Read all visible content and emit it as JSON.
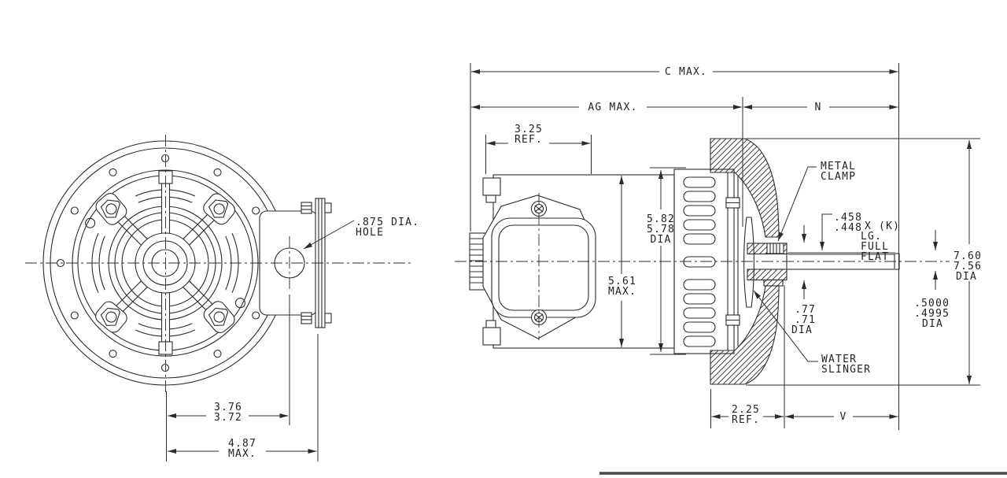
{
  "drawing_type": "motor-outline-dimension-drawing",
  "colors": {
    "line": "#2b2b2b",
    "background": "#ffffff",
    "shaft_flat": "#8c8c8c",
    "border": "#4a4a4a"
  },
  "front_view": {
    "hole_callout_1": ".875 DIA.",
    "hole_callout_2": "HOLE",
    "hole_offset_upper": "3.76",
    "hole_offset_lower": "3.72",
    "overall_upper": "4.87",
    "overall_lower": "MAX."
  },
  "side_view": {
    "overall_length": "C MAX.",
    "body_length": "AG MAX.",
    "shaft_end_length": "N",
    "front_ref_upper": "3.25",
    "front_ref_lower": "REF.",
    "shell_dia_1": "5.82",
    "shell_dia_2": "5.78",
    "shell_dia_3": "DIA",
    "body_height_1": "5.61",
    "body_height_2": "MAX.",
    "metal_clamp_1": "METAL",
    "metal_clamp_2": "CLAMP",
    "flat_1": ".458",
    "flat_2": ".448",
    "flat_3": "X (K)",
    "flat_4": "LG.",
    "flat_5": "FULL",
    "flat_6": "FLAT",
    "hub_dia_1": ".77",
    "hub_dia_2": ".71",
    "hub_dia_3": "DIA",
    "water_slinger_1": "WATER",
    "water_slinger_2": "SLINGER",
    "shaft_dia_1": ".5000",
    "shaft_dia_2": ".4995",
    "shaft_dia_3": "DIA",
    "bell_dia_1": "7.60",
    "bell_dia_2": "7.56",
    "bell_dia_3": "DIA",
    "bell_depth_1": "2.25",
    "bell_depth_2": "REF.",
    "shaft_ext_length": "V"
  }
}
